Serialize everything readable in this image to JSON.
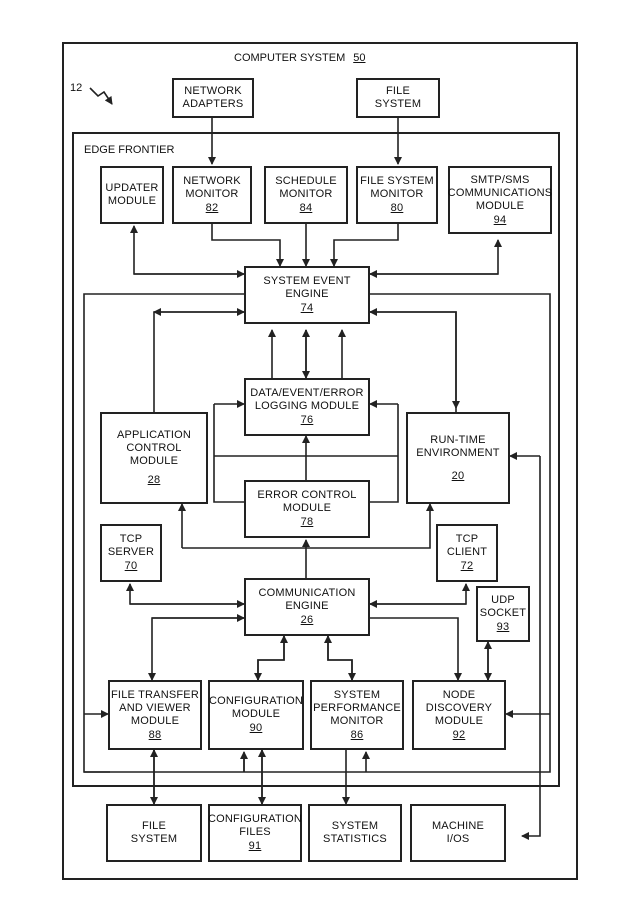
{
  "computer_system": {
    "label": "COMPUTER SYSTEM",
    "ref": "50"
  },
  "figure_ref": "12",
  "edge_frontier": {
    "label": "EDGE FRONTIER"
  },
  "external": {
    "network_adapters": {
      "name": "NETWORK\nADAPTERS"
    },
    "file_system_top": {
      "name": "FILE\nSYSTEM"
    },
    "file_system_bottom": {
      "name": "FILE\nSYSTEM"
    },
    "configuration_files": {
      "name": "CONFIGURATION\nFILES",
      "ref": "91"
    },
    "system_statistics": {
      "name": "SYSTEM\nSTATISTICS"
    },
    "machine_ios": {
      "name": "MACHINE\nI/Os"
    }
  },
  "modules": {
    "updater": {
      "name": "UPDATER\nMODULE"
    },
    "network_monitor": {
      "name": "NETWORK\nMONITOR",
      "ref": "82"
    },
    "schedule_monitor": {
      "name": "SCHEDULE\nMONITOR",
      "ref": "84"
    },
    "file_system_monitor": {
      "name": "FILE SYSTEM\nMONITOR",
      "ref": "80"
    },
    "smtp_sms": {
      "name": "SMTP/SMS\nCOMMUNICATIONS\nMODULE",
      "ref": "94"
    },
    "system_event_engine": {
      "name": "SYSTEM EVENT\nENGINE",
      "ref": "74"
    },
    "logging": {
      "name": "DATA/EVENT/ERROR\nLOGGING MODULE",
      "ref": "76"
    },
    "application_control": {
      "name": "APPLICATION\nCONTROL\nMODULE",
      "ref": "28"
    },
    "runtime_environment": {
      "name": "RUN-TIME\nENVIRONMENT",
      "ref": "20"
    },
    "error_control": {
      "name": "ERROR CONTROL\nMODULE",
      "ref": "78"
    },
    "tcp_server": {
      "name": "TCP\nSERVER",
      "ref": "70"
    },
    "tcp_client": {
      "name": "TCP\nCLIENT",
      "ref": "72"
    },
    "communication_engine": {
      "name": "COMMUNICATION\nENGINE",
      "ref": "26"
    },
    "udp_socket": {
      "name": "UDP\nSOCKET",
      "ref": "93"
    },
    "file_transfer_viewer": {
      "name": "FILE TRANSFER\nAND VIEWER\nMODULE",
      "ref": "88"
    },
    "configuration": {
      "name": "CONFIGURATION\nMODULE",
      "ref": "90"
    },
    "performance_monitor": {
      "name": "SYSTEM\nPERFORMANCE\nMONITOR",
      "ref": "86"
    },
    "node_discovery": {
      "name": "NODE\nDISCOVERY\nMODULE",
      "ref": "92"
    }
  }
}
